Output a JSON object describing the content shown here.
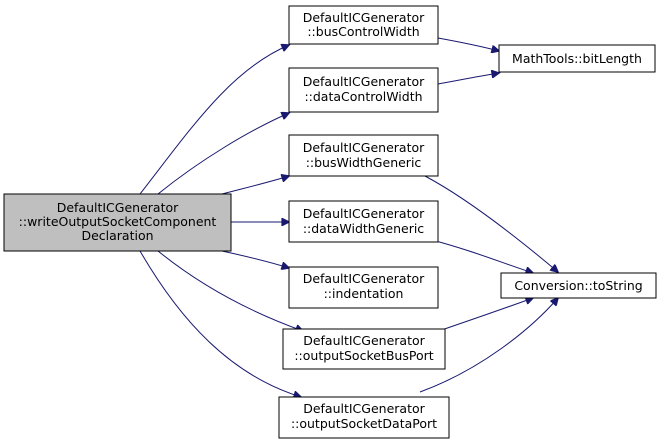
{
  "diagram": {
    "colors": {
      "edge": "#191970",
      "node_fill": "#ffffff",
      "root_fill": "#bfbfbf",
      "node_border": "#000000",
      "text": "#000000"
    },
    "nodes": {
      "root": [
        "DefaultICGenerator",
        "::writeOutputSocketComponent",
        "Declaration"
      ],
      "busControlWidth": [
        "DefaultICGenerator",
        "::busControlWidth"
      ],
      "dataControlWidth": [
        "DefaultICGenerator",
        "::dataControlWidth"
      ],
      "busWidthGeneric": [
        "DefaultICGenerator",
        "::busWidthGeneric"
      ],
      "dataWidthGeneric": [
        "DefaultICGenerator",
        "::dataWidthGeneric"
      ],
      "indentation": [
        "DefaultICGenerator",
        "::indentation"
      ],
      "outputSocketBusPort": [
        "DefaultICGenerator",
        "::outputSocketBusPort"
      ],
      "outputSocketDataPort": [
        "DefaultICGenerator",
        "::outputSocketDataPort"
      ],
      "bitLength": [
        "MathTools::bitLength"
      ],
      "toString": [
        "Conversion::toString"
      ]
    }
  }
}
